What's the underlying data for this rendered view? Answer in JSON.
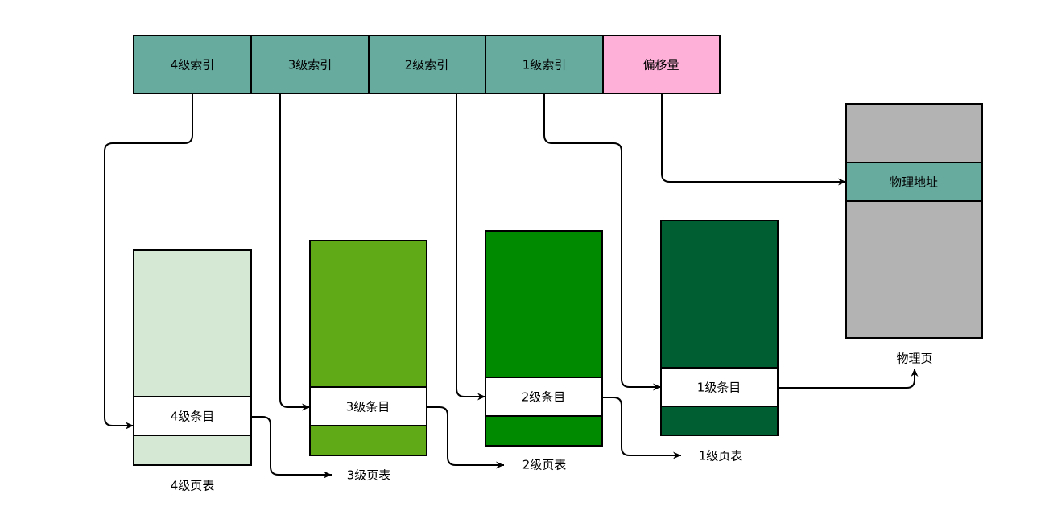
{
  "address_fields": [
    {
      "label": "4级索引",
      "color": "#67AB9F"
    },
    {
      "label": "3级索引",
      "color": "#67AB9F"
    },
    {
      "label": "2级索引",
      "color": "#67AB9F"
    },
    {
      "label": "1级索引",
      "color": "#67AB9F"
    },
    {
      "label": "偏移量",
      "color": "#FFB0D9"
    }
  ],
  "page_tables": [
    {
      "entry_label": "4级条目",
      "table_label": "4级页表",
      "color": "#D5E8D4"
    },
    {
      "entry_label": "3级条目",
      "table_label": "3级页表",
      "color": "#60A917"
    },
    {
      "entry_label": "2级条目",
      "table_label": "2级页表",
      "color": "#008A00"
    },
    {
      "entry_label": "1级条目",
      "table_label": "1级页表",
      "color": "#005F32"
    }
  ],
  "physical_page": {
    "label": "物理页",
    "address_label": "物理地址",
    "color": "#B3B3B3",
    "address_color": "#67AB9F"
  },
  "entry_color": "#FFFFFF",
  "line_color": "#000000"
}
